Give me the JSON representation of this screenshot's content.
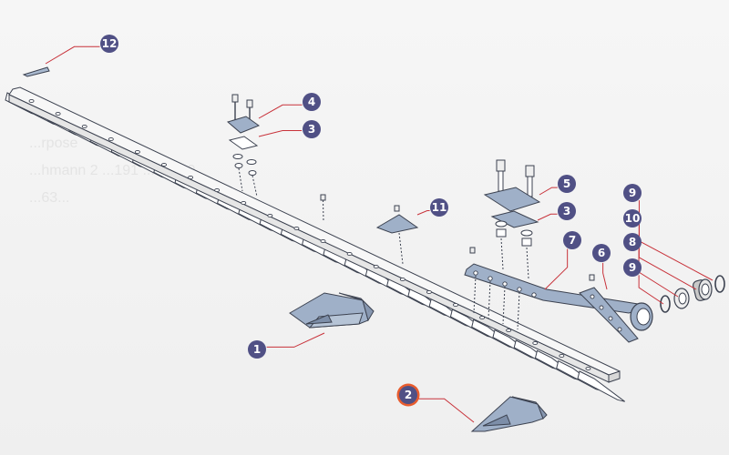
{
  "faded_background_text": [
    "...rpose",
    "...hmann 2 ...191 ...13 ...0",
    "...63..."
  ],
  "colors": {
    "callout_fill": "#505085",
    "callout_highlight_ring": "#e85c2e",
    "leader_line": "#c8323a",
    "part_fill": "#9fb0c8",
    "part_stroke": "#3c4250",
    "bar_fill": "#f6f6f6"
  },
  "callouts": [
    {
      "label": "12"
    },
    {
      "label": "4"
    },
    {
      "label": "3"
    },
    {
      "label": "5"
    },
    {
      "label": "3"
    },
    {
      "label": "11"
    },
    {
      "label": "7"
    },
    {
      "label": "6"
    },
    {
      "label": "9"
    },
    {
      "label": "10"
    },
    {
      "label": "8"
    },
    {
      "label": "9"
    },
    {
      "label": "1"
    },
    {
      "label": "2",
      "highlighted": true
    }
  ]
}
